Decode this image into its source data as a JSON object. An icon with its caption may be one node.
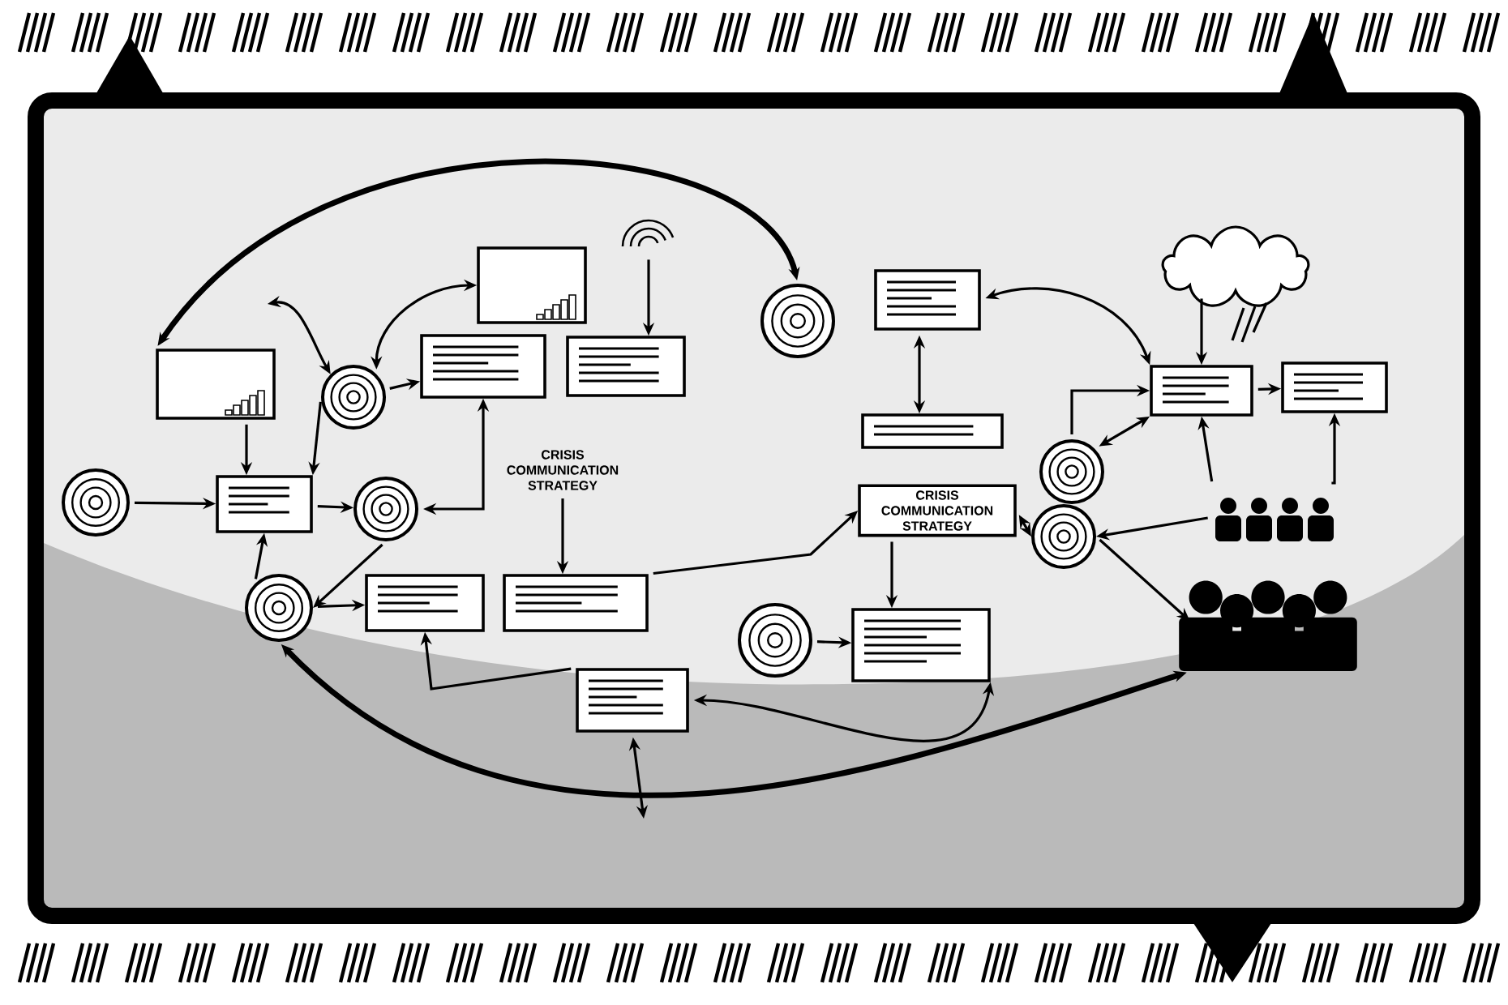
{
  "diagram": {
    "nodes": [
      {
        "text": [],
        "shape": "circle"
      },
      {
        "text": [],
        "shape": "chart"
      },
      {
        "text": [],
        "shape": "circle"
      },
      {
        "text": [],
        "shape": "chart"
      },
      {
        "text": [],
        "shape": "box"
      },
      {
        "text": [],
        "shape": "box"
      },
      {
        "text": [],
        "shape": "box"
      },
      {
        "text": [],
        "shape": "circle"
      },
      {
        "text": [
          "CRISIS COMMUNICATION STRATEGY"
        ]
      },
      {
        "text": [],
        "shape": "circle"
      },
      {
        "text": [],
        "shape": "box"
      },
      {
        "text": [],
        "shape": "box"
      },
      {
        "text": [],
        "shape": "box"
      },
      {
        "text": [],
        "shape": "circle"
      },
      {
        "text": [],
        "shape": "box"
      },
      {
        "text": [],
        "shape": "box"
      },
      {
        "text": [
          "CRISIS COMMUNICATION STRATEGY"
        ]
      },
      {
        "text": [],
        "shape": "circle"
      },
      {
        "text": [],
        "shape": "circle"
      },
      {
        "text": [],
        "shape": "cloud"
      },
      {
        "text": [],
        "shape": "box"
      },
      {
        "text": [],
        "shape": "box"
      },
      {
        "text": [],
        "shape": "person"
      },
      {
        "text": [],
        "shape": "person"
      },
      {
        "text": [],
        "shape": "circle"
      },
      {
        "text": [],
        "shape": "box"
      },
      {
        "text": [],
        "shape": "waves"
      }
    ],
    "edges": [
      {
        "from": 13,
        "to": 1,
        "arrow": "both",
        "style": "thick"
      },
      {
        "from": null,
        "to": 2,
        "arrow": "both"
      },
      {
        "from": 1,
        "to": 6,
        "arrow": "to"
      },
      {
        "from": 0,
        "to": 6,
        "arrow": "to"
      },
      {
        "from": 6,
        "to": 7,
        "arrow": "to"
      },
      {
        "from": 2,
        "to": 6,
        "arrow": "to"
      },
      {
        "from": 2,
        "to": 4,
        "arrow": "to"
      },
      {
        "from": 2,
        "to": 3,
        "arrow": "both"
      },
      {
        "from": 26,
        "to": 5,
        "arrow": "to"
      },
      {
        "from": 7,
        "to": 4,
        "arrow": "both"
      },
      {
        "from": 8,
        "to": 11,
        "arrow": "to"
      },
      {
        "from": 9,
        "to": 6,
        "arrow": "to"
      },
      {
        "from": 7,
        "to": 9,
        "arrow": "to"
      },
      {
        "from": 9,
        "to": 10,
        "arrow": "to"
      },
      {
        "from": 11,
        "to": 16,
        "arrow": "to"
      },
      {
        "from": 12,
        "to": 10,
        "arrow": "to"
      },
      {
        "from": 23,
        "to": 9,
        "arrow": "both",
        "style": "thick"
      },
      {
        "from": 12,
        "to": 25,
        "arrow": "both"
      },
      {
        "from": 12,
        "to": null,
        "arrow": "both"
      },
      {
        "from": 14,
        "to": 15,
        "arrow": "both"
      },
      {
        "from": 14,
        "to": 20,
        "arrow": "both"
      },
      {
        "from": 16,
        "to": 25,
        "arrow": "to"
      },
      {
        "from": 24,
        "to": 25,
        "arrow": "to"
      },
      {
        "from": 16,
        "to": 18,
        "arrow": "both"
      },
      {
        "from": 17,
        "to": 20,
        "arrow": "to"
      },
      {
        "from": 17,
        "to": 20,
        "arrow": "both"
      },
      {
        "from": 19,
        "to": 20,
        "arrow": "to"
      },
      {
        "from": 20,
        "to": 21,
        "arrow": "to"
      },
      {
        "from": 22,
        "to": 20,
        "arrow": "to"
      },
      {
        "from": 22,
        "to": 21,
        "arrow": "to"
      },
      {
        "from": 22,
        "to": 18,
        "arrow": "to"
      },
      {
        "from": 18,
        "to": 23,
        "arrow": "to"
      }
    ]
  }
}
